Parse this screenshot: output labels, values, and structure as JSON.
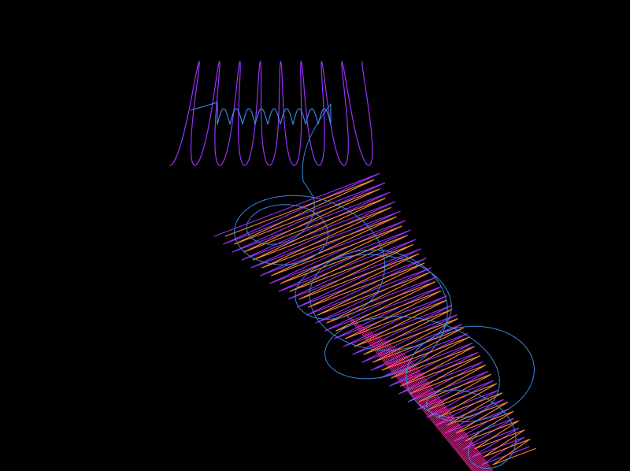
{
  "scene": {
    "background_color": "#000000",
    "colors": {
      "violet": "#9b30ff",
      "blue": "#3a8ee8",
      "orange": "#ff8a30",
      "magenta": "#ff2aa0"
    },
    "figures": [
      {
        "name": "upper-fan-violet",
        "color_key": "violet"
      },
      {
        "name": "upper-wave-blue",
        "color_key": "blue"
      },
      {
        "name": "lower-fan-violet",
        "color_key": "violet"
      },
      {
        "name": "lower-fan-orange",
        "color_key": "orange"
      },
      {
        "name": "lower-tail-magenta",
        "color_key": "magenta"
      },
      {
        "name": "blue-looping-curve",
        "color_key": "blue"
      }
    ]
  }
}
